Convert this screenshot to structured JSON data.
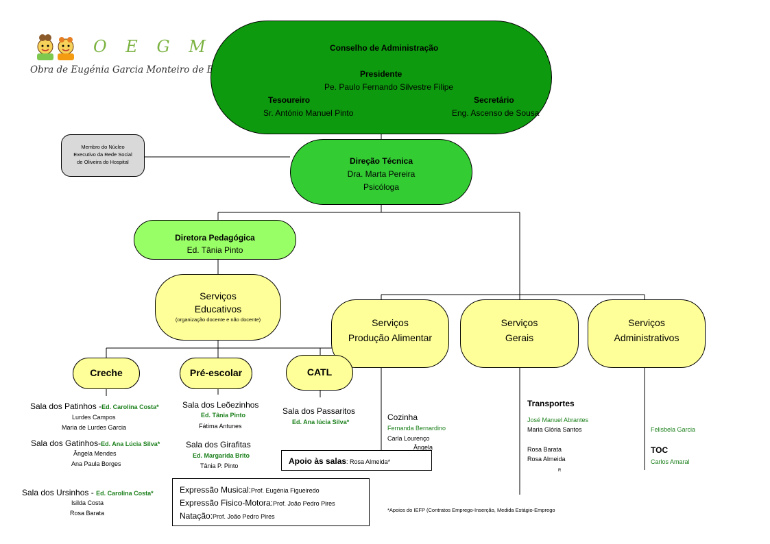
{
  "logo": {
    "letters": "O E G M B",
    "subtitle": "Obra de Eugénia Garcia Monteiro de Brito"
  },
  "board": {
    "title": "Conselho de Administração",
    "president_label": "Presidente",
    "president_name": "Pe. Paulo Fernando Silvestre Filipe",
    "treasurer_label": "Tesoureiro",
    "treasurer_name": "Sr. António Manuel Pinto",
    "secretary_label": "Secretário",
    "secretary_name": "Eng. Ascenso de Sousa"
  },
  "nucleo": {
    "line1": "Membro do Núcleo",
    "line2": "Executivo da Rede Social",
    "line3": "de Oliveira do Hospital"
  },
  "direcao": {
    "title": "Direção Técnica",
    "name": "Dra. Marta Pereira",
    "role": "Psicóloga"
  },
  "pedagogica": {
    "title": "Diretora Pedagógica",
    "name": "Ed. Tânia Pinto"
  },
  "educativos": {
    "line1": "Serviços",
    "line2": "Educativos",
    "note": "(organização docente e não docente)"
  },
  "services": {
    "alimentar": {
      "line1": "Serviços",
      "line2": "Produção Alimentar"
    },
    "gerais": {
      "line1": "Serviços",
      "line2": "Gerais"
    },
    "administrativos": {
      "line1": "Serviços",
      "line2": "Administrativos"
    }
  },
  "creche": {
    "title": "Creche",
    "patinhos_label": "Sala dos Patinhos -",
    "patinhos_lead": "Ed. Carolina Costa*",
    "patinhos_staff1": "Lurdes Campos",
    "patinhos_staff2": "Maria de Lurdes Garcia",
    "gatinhos_label": "Sala dos Gatinhos-",
    "gatinhos_lead": "Ed. Ana Lúcia Silva*",
    "gatinhos_staff1": "Ângela Mendes",
    "gatinhos_staff2": "Ana Paula Borges",
    "ursinhos_label": "Sala dos Ursinhos -",
    "ursinhos_lead": "Ed. Carolina Costa*",
    "ursinhos_staff1": "Isilda Costa",
    "ursinhos_staff2": "Rosa Barata"
  },
  "preescolar": {
    "title": "Pré-escolar",
    "leoezinhos_label": "Sala dos Leõezinhos",
    "leoezinhos_lead": "Ed. Tânia Pinto",
    "leoezinhos_staff": "Fátima Antunes",
    "girafitas_label": "Sala dos Girafitas",
    "girafitas_lead": "Ed. Margarida Brito",
    "girafitas_staff": "Tânia P. Pinto"
  },
  "catl": {
    "title": "CATL",
    "passaritos_label": "Sala dos Passaritos",
    "passaritos_lead": "Ed. Ana lúcia Silva*"
  },
  "apoio": {
    "label": "Apoio às salas",
    "name": ": Rosa Almeida*"
  },
  "extras": {
    "musical_label": "Expressão Musical:",
    "musical_name": "Prof. Eugénia Figueiredo",
    "fisico_label": "Expressão Fisico-Motora:",
    "fisico_name": "Prof. João Pedro Pires",
    "natacao_label": "Natação:",
    "natacao_name": "Prof. João Pedro Pires"
  },
  "cozinha": {
    "title": "Cozinha",
    "lead": "Fernanda Bernardino",
    "staff1": "Carla Lourenço",
    "staff2": "Ângela"
  },
  "transportes": {
    "title": "Transportes",
    "lead": "José Manuel Abrantes",
    "staff1": "Maria Glória Santos",
    "staff2": "Rosa Barata",
    "staff3": "Rosa Almeida",
    "mark": "R"
  },
  "admin": {
    "lead": "Felisbela Garcia",
    "toc_label": "TOC",
    "toc_name": "Carlos Amaral"
  },
  "footnote": "*Apoios do IEFP (Contratos Emprego-Inserção, Medida Estágio-Emprego",
  "colors": {
    "board": "#0e9a0e",
    "direcao": "#33cc33",
    "pedagogica": "#99ff66",
    "services": "#ffff99",
    "nucleo": "#d9d9d9",
    "lead_green": "#1a7f1a"
  }
}
